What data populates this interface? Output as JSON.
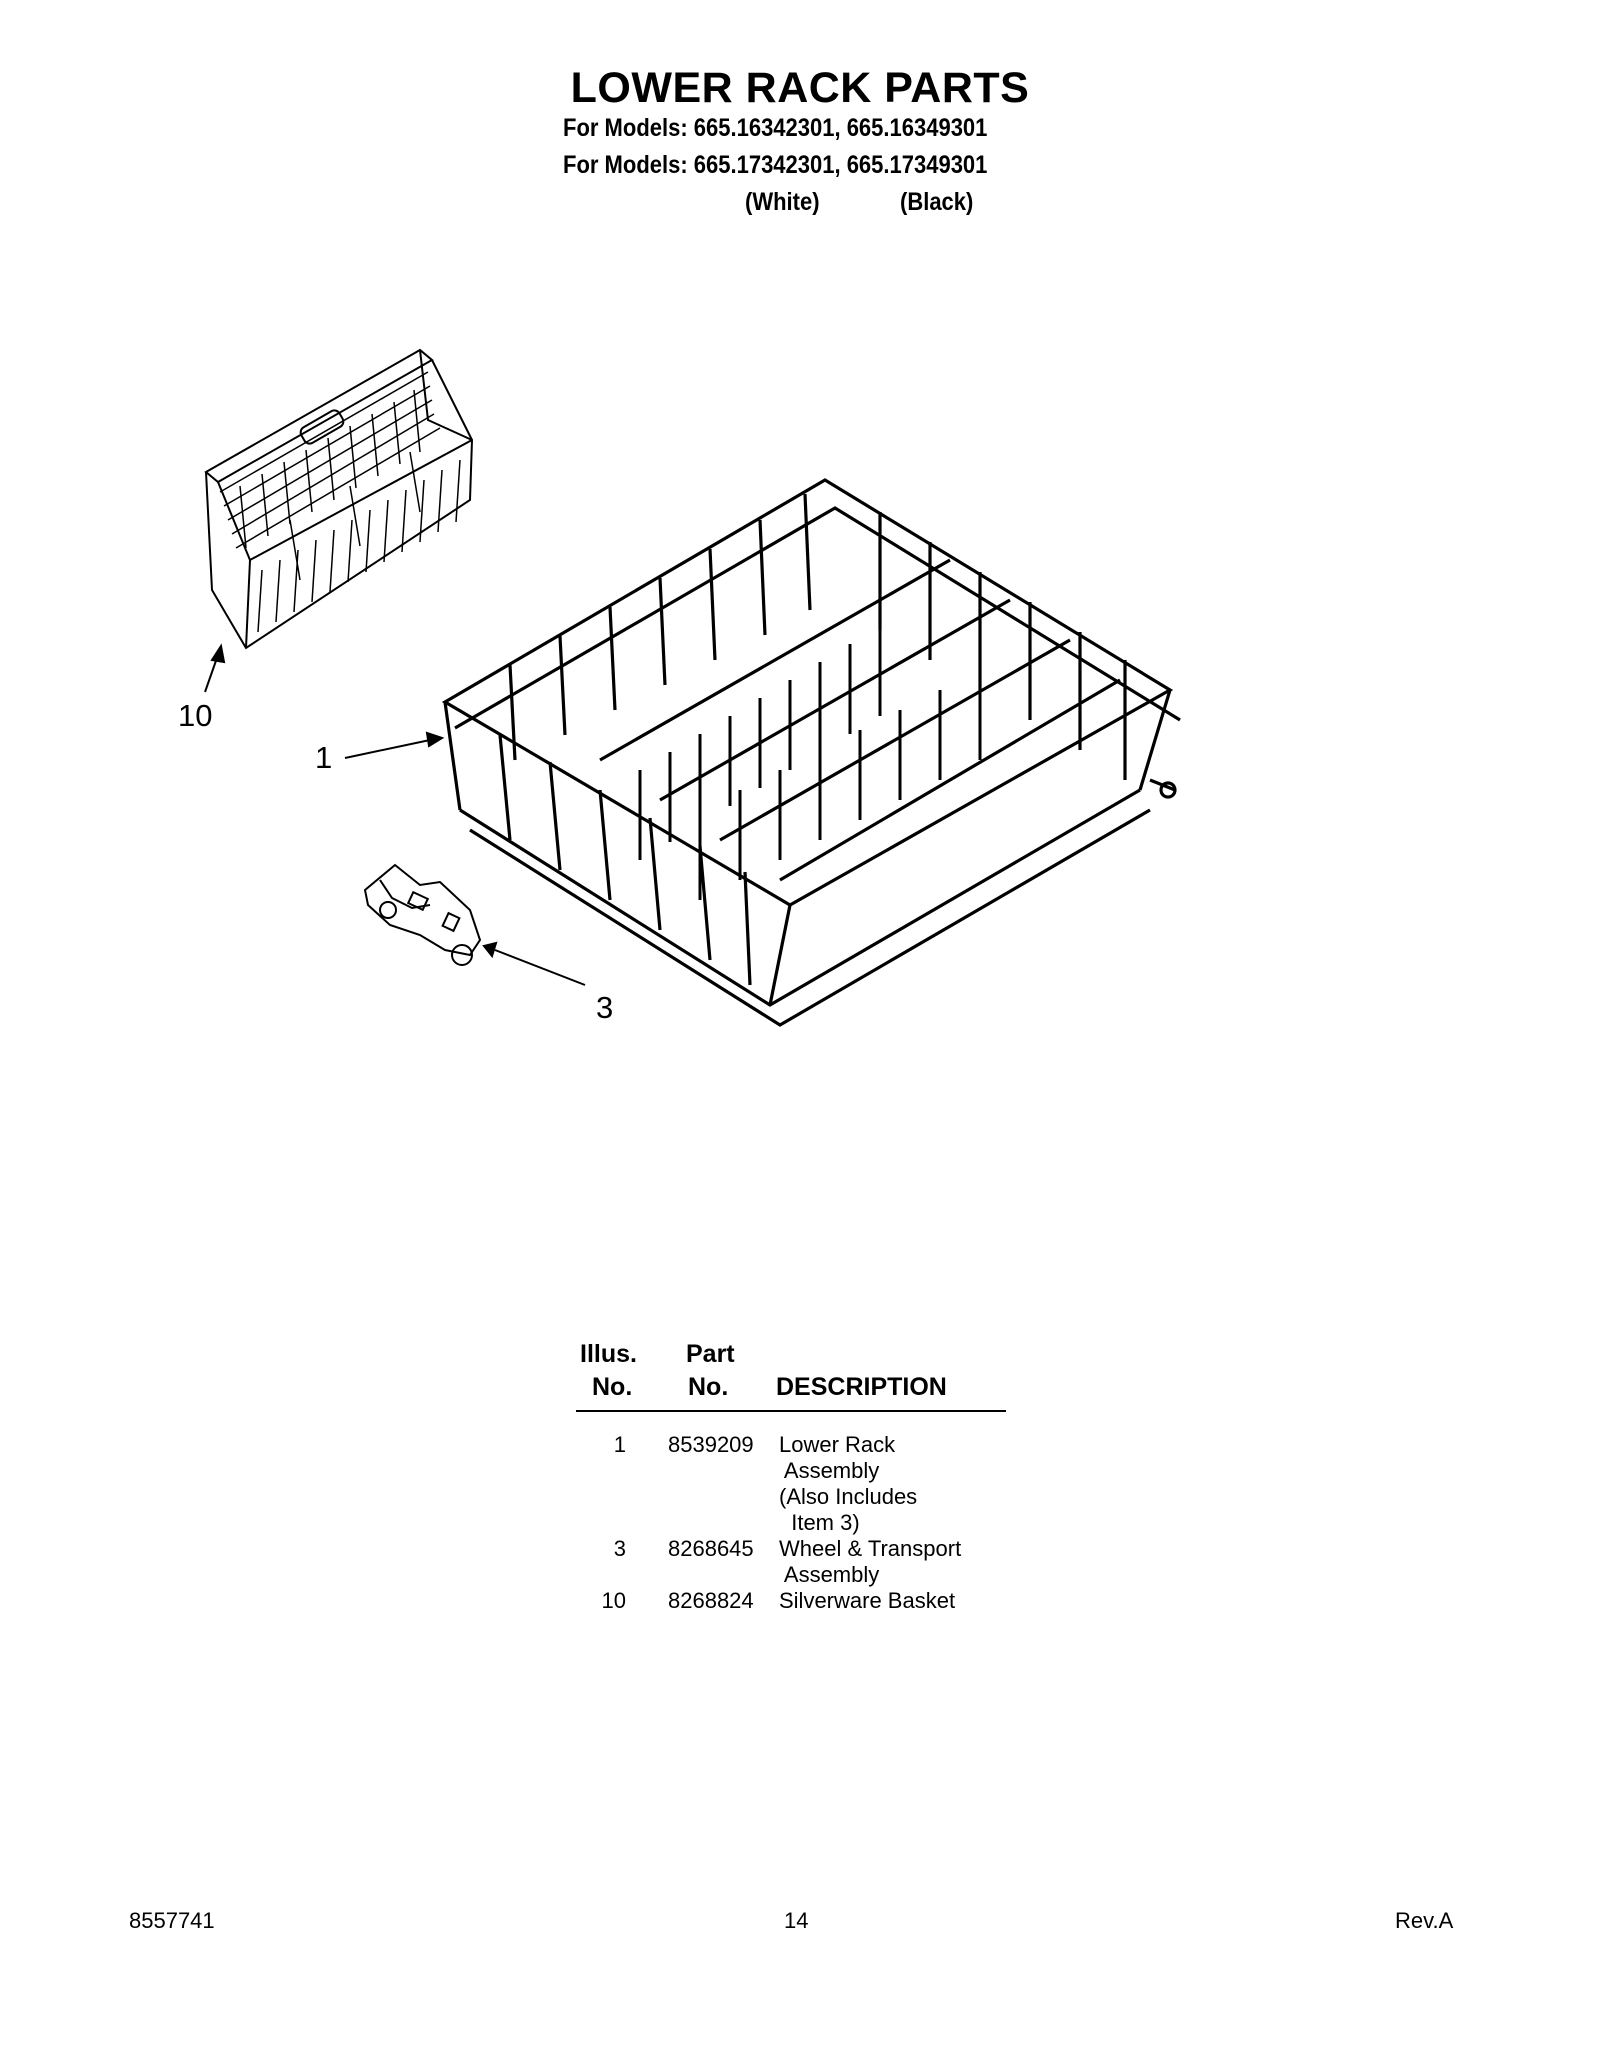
{
  "header": {
    "title": "LOWER RACK PARTS",
    "models_line_1": "For Models: 665.16342301, 665.16349301",
    "models_line_2": "For Models: 665.17342301, 665.17349301",
    "color_white": "(White)",
    "color_black": "(Black)"
  },
  "diagram": {
    "callout_10": "10",
    "callout_1": "1",
    "callout_3": "3"
  },
  "parts_table": {
    "headers": {
      "illus_line1": "Illus.",
      "illus_line2": "No.",
      "part_line1": "Part",
      "part_line2": "No.",
      "description": "DESCRIPTION"
    },
    "rows": [
      {
        "illus_no": "1",
        "part_no": "8539209",
        "description": "Lower Rack\n Assembly\n(Also Includes\n  Item 3)"
      },
      {
        "illus_no": "3",
        "part_no": "8268645",
        "description": "Wheel & Transport\n Assembly"
      },
      {
        "illus_no": "10",
        "part_no": "8268824",
        "description": "Silverware Basket"
      }
    ]
  },
  "footer": {
    "doc_number": "8557741",
    "page_number": "14",
    "revision": "Rev.A"
  }
}
